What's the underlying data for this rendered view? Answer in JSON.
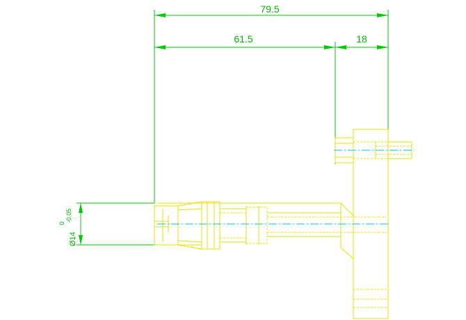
{
  "drawing": {
    "colors": {
      "dimension": "#00c800",
      "part": "#e8e000",
      "centerline": "#00c8e0",
      "background": "#ffffff"
    },
    "dimensions": {
      "overall_length": "79.5",
      "body_length": "61.5",
      "flange_offset": "18",
      "diameter": "Ø14",
      "tolerance_upper": "0",
      "tolerance_lower": "-0.05"
    }
  }
}
